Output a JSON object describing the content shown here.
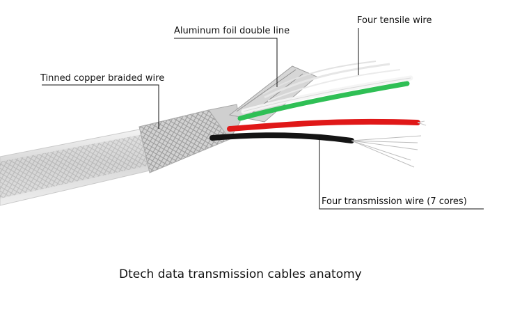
{
  "labels": {
    "braid": "Tinned copper braided wire",
    "foil": "Aluminum foil double line",
    "tensile": "Four tensile wire",
    "transmission": "Four transmission wire (7 cores)"
  },
  "caption": "Dtech data transmission cables anatomy",
  "colors": {
    "jacket": "#dcdcdc",
    "braid": "#bfbfbf",
    "foil": "#c8c8c8",
    "green_wire": "#2fbf55",
    "red_wire": "#e01818",
    "black_wire": "#141414",
    "white_wire": "#f4f4f4",
    "callout_line": "#111111"
  }
}
